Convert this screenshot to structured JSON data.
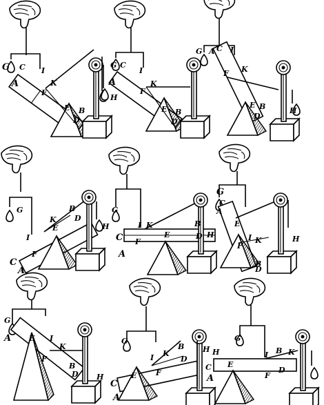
{
  "panels": [
    {
      "id": "p1",
      "labels": {
        "G": "G",
        "C": "C",
        "I": "I",
        "K": "K",
        "A": "A",
        "F": "F",
        "E": "E",
        "B": "B",
        "D": "D"
      }
    },
    {
      "id": "p2",
      "labels": {
        "G": "G",
        "C": "C",
        "I": "I",
        "K": "K",
        "A": "A",
        "F": "F",
        "E": "E",
        "B": "B",
        "D": "D",
        "H": "H"
      }
    },
    {
      "id": "p3",
      "labels": {
        "G": "G",
        "A": "A",
        "C": "C",
        "I": "I",
        "F": "F",
        "K": "K",
        "E": "E",
        "B": "B",
        "D": "D",
        "H": "H"
      }
    },
    {
      "id": "p4",
      "labels": {
        "G": "G",
        "K": "K",
        "B": "B",
        "E": "E",
        "D": "D",
        "H": "H",
        "I": "I",
        "F": "F",
        "C": "C",
        "A": "A"
      }
    },
    {
      "id": "p5",
      "labels": {
        "G": "G",
        "I": "I",
        "K": "K",
        "B": "B",
        "C": "C",
        "F": "F",
        "E": "E",
        "D": "D",
        "H": "H",
        "A": "A"
      }
    },
    {
      "id": "p6",
      "labels": {
        "G": "G",
        "C": "C",
        "A": "A",
        "E": "E",
        "I": "I",
        "F": "F",
        "K": "K",
        "B": "B",
        "D": "D",
        "H": "H"
      }
    },
    {
      "id": "p7",
      "labels": {
        "G": "G",
        "A": "A",
        "E": "E",
        "I": "I",
        "K": "K",
        "F": "F",
        "B": "B",
        "D": "D",
        "H": "H"
      }
    },
    {
      "id": "p8",
      "labels": {
        "G": "G",
        "C": "C",
        "A": "A",
        "E": "E",
        "I": "I",
        "K": "K",
        "B": "B",
        "F": "F",
        "D": "D",
        "H": "H"
      }
    },
    {
      "id": "p9",
      "labels": {
        "G": "G",
        "H": "H",
        "C": "C",
        "A": "A",
        "E": "E",
        "I": "I",
        "B": "B",
        "K": "K",
        "F": "F",
        "D": "D"
      }
    }
  ]
}
